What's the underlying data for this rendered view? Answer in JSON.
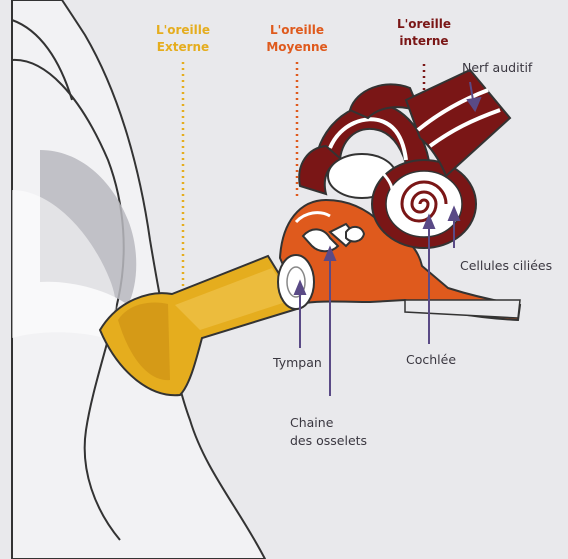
{
  "colors": {
    "background": "#e9e9ec",
    "external_ear": "#e5ad1e",
    "middle_ear": "#df5a1d",
    "inner_ear": "#7a1616",
    "label_line": "#5a4a86"
  },
  "labels": {
    "external_ear": {
      "line1": "L'oreille",
      "line2": "Externe"
    },
    "middle_ear": {
      "line1": "L'oreille",
      "line2": "Moyenne"
    },
    "inner_ear": {
      "line1": "L'oreille",
      "line2": "interne"
    },
    "auditory_nerve": "Nerf auditif",
    "hair_cells": "Cellules ciliées",
    "eardrum": "Tympan",
    "ossicles": {
      "line1": "Chaine",
      "line2": "des osselets"
    },
    "cochlea": "Cochlée"
  }
}
